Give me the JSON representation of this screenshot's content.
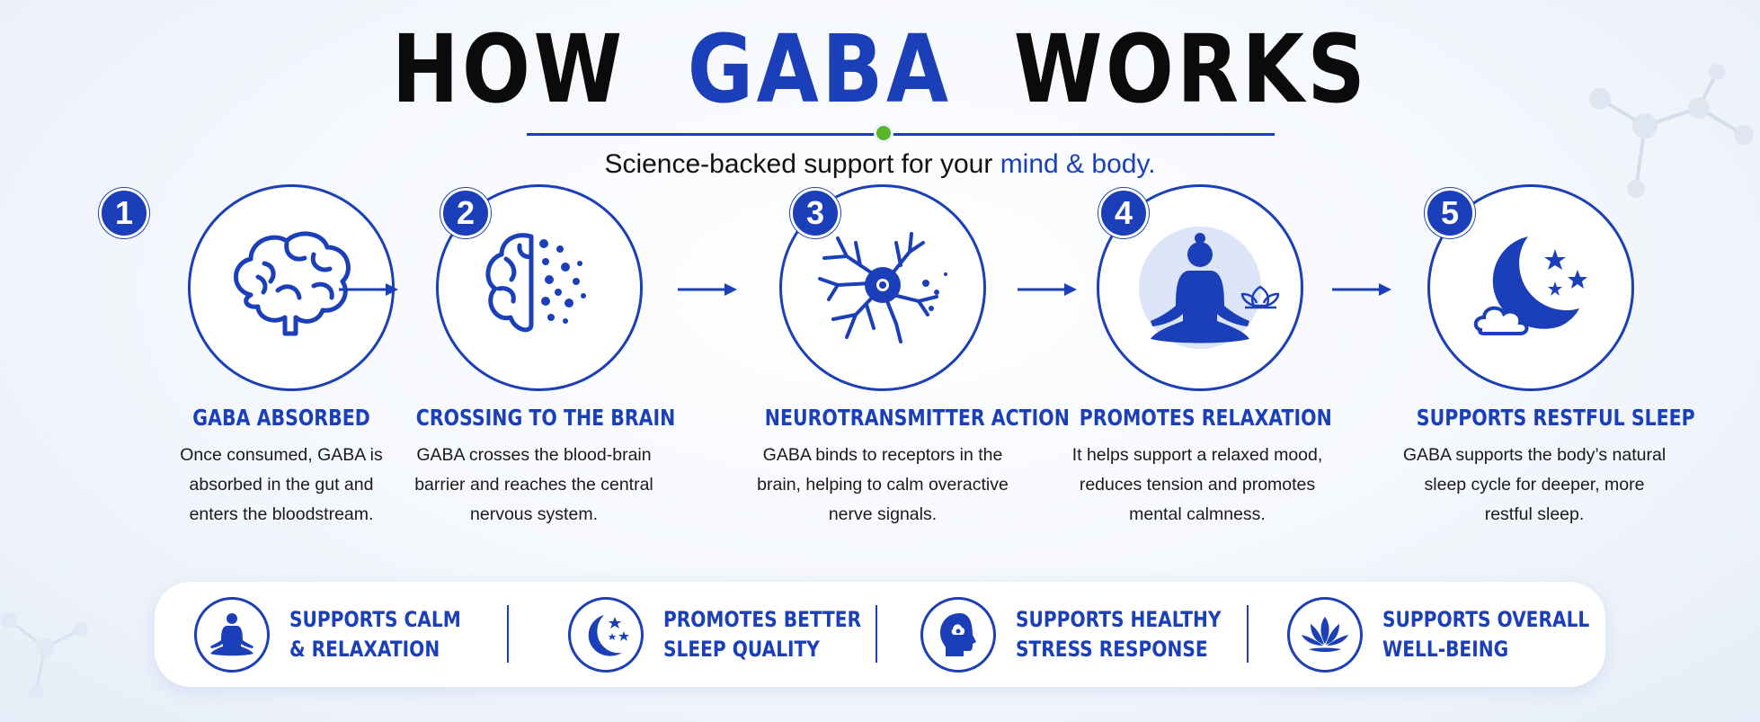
{
  "header": {
    "title_part1": "HOW",
    "title_part2": "GABA",
    "title_part3": "WORKS",
    "subtitle_text": "Science-backed support for your",
    "subtitle_highlight": "mind & body."
  },
  "steps": [
    {
      "number": "1",
      "icon": "brain-icon",
      "heading": "GABA ABSORBED",
      "desc": [
        "Once consumed, GABA is",
        "absorbed in the gut and",
        "enters the bloodstream."
      ]
    },
    {
      "number": "2",
      "icon": "brain-particles-icon",
      "heading": "CROSSING TO THE BRAIN",
      "desc": [
        "GABA crosses the blood-brain",
        "barrier and reaches the central",
        "nervous system."
      ]
    },
    {
      "number": "3",
      "icon": "neuron-icon",
      "heading": "NEUROTRANSMITTER ACTION",
      "desc": [
        "GABA binds to receptors in the",
        "brain, helping to calm overactive",
        "nerve signals."
      ]
    },
    {
      "number": "4",
      "icon": "meditation-icon",
      "heading": "PROMOTES RELAXATION",
      "desc": [
        "It helps support a relaxed mood,",
        "reduces tension and promotes",
        "mental calmness."
      ]
    },
    {
      "number": "5",
      "icon": "moon-stars-icon",
      "heading": "SUPPORTS RESTFUL SLEEP",
      "desc": [
        "GABA supports the body’s natural",
        "sleep cycle for deeper, more",
        "restful sleep."
      ]
    }
  ],
  "benefits": [
    {
      "icon": "meditation-icon",
      "line1": "SUPPORTS CALM",
      "line2": "& RELAXATION"
    },
    {
      "icon": "moon-stars-icon",
      "line1": "PROMOTES BETTER",
      "line2": "SLEEP QUALITY"
    },
    {
      "icon": "head-profile-icon",
      "line1": "SUPPORTS HEALTHY",
      "line2": "STRESS RESPONSE"
    },
    {
      "icon": "lotus-icon",
      "line1": "SUPPORTS OVERALL",
      "line2": "WELL-BEING"
    }
  ],
  "colors": {
    "primary": "#1a3fb8",
    "accent_dot": "#5bb52b",
    "title_dark": "#0b0b0b"
  }
}
